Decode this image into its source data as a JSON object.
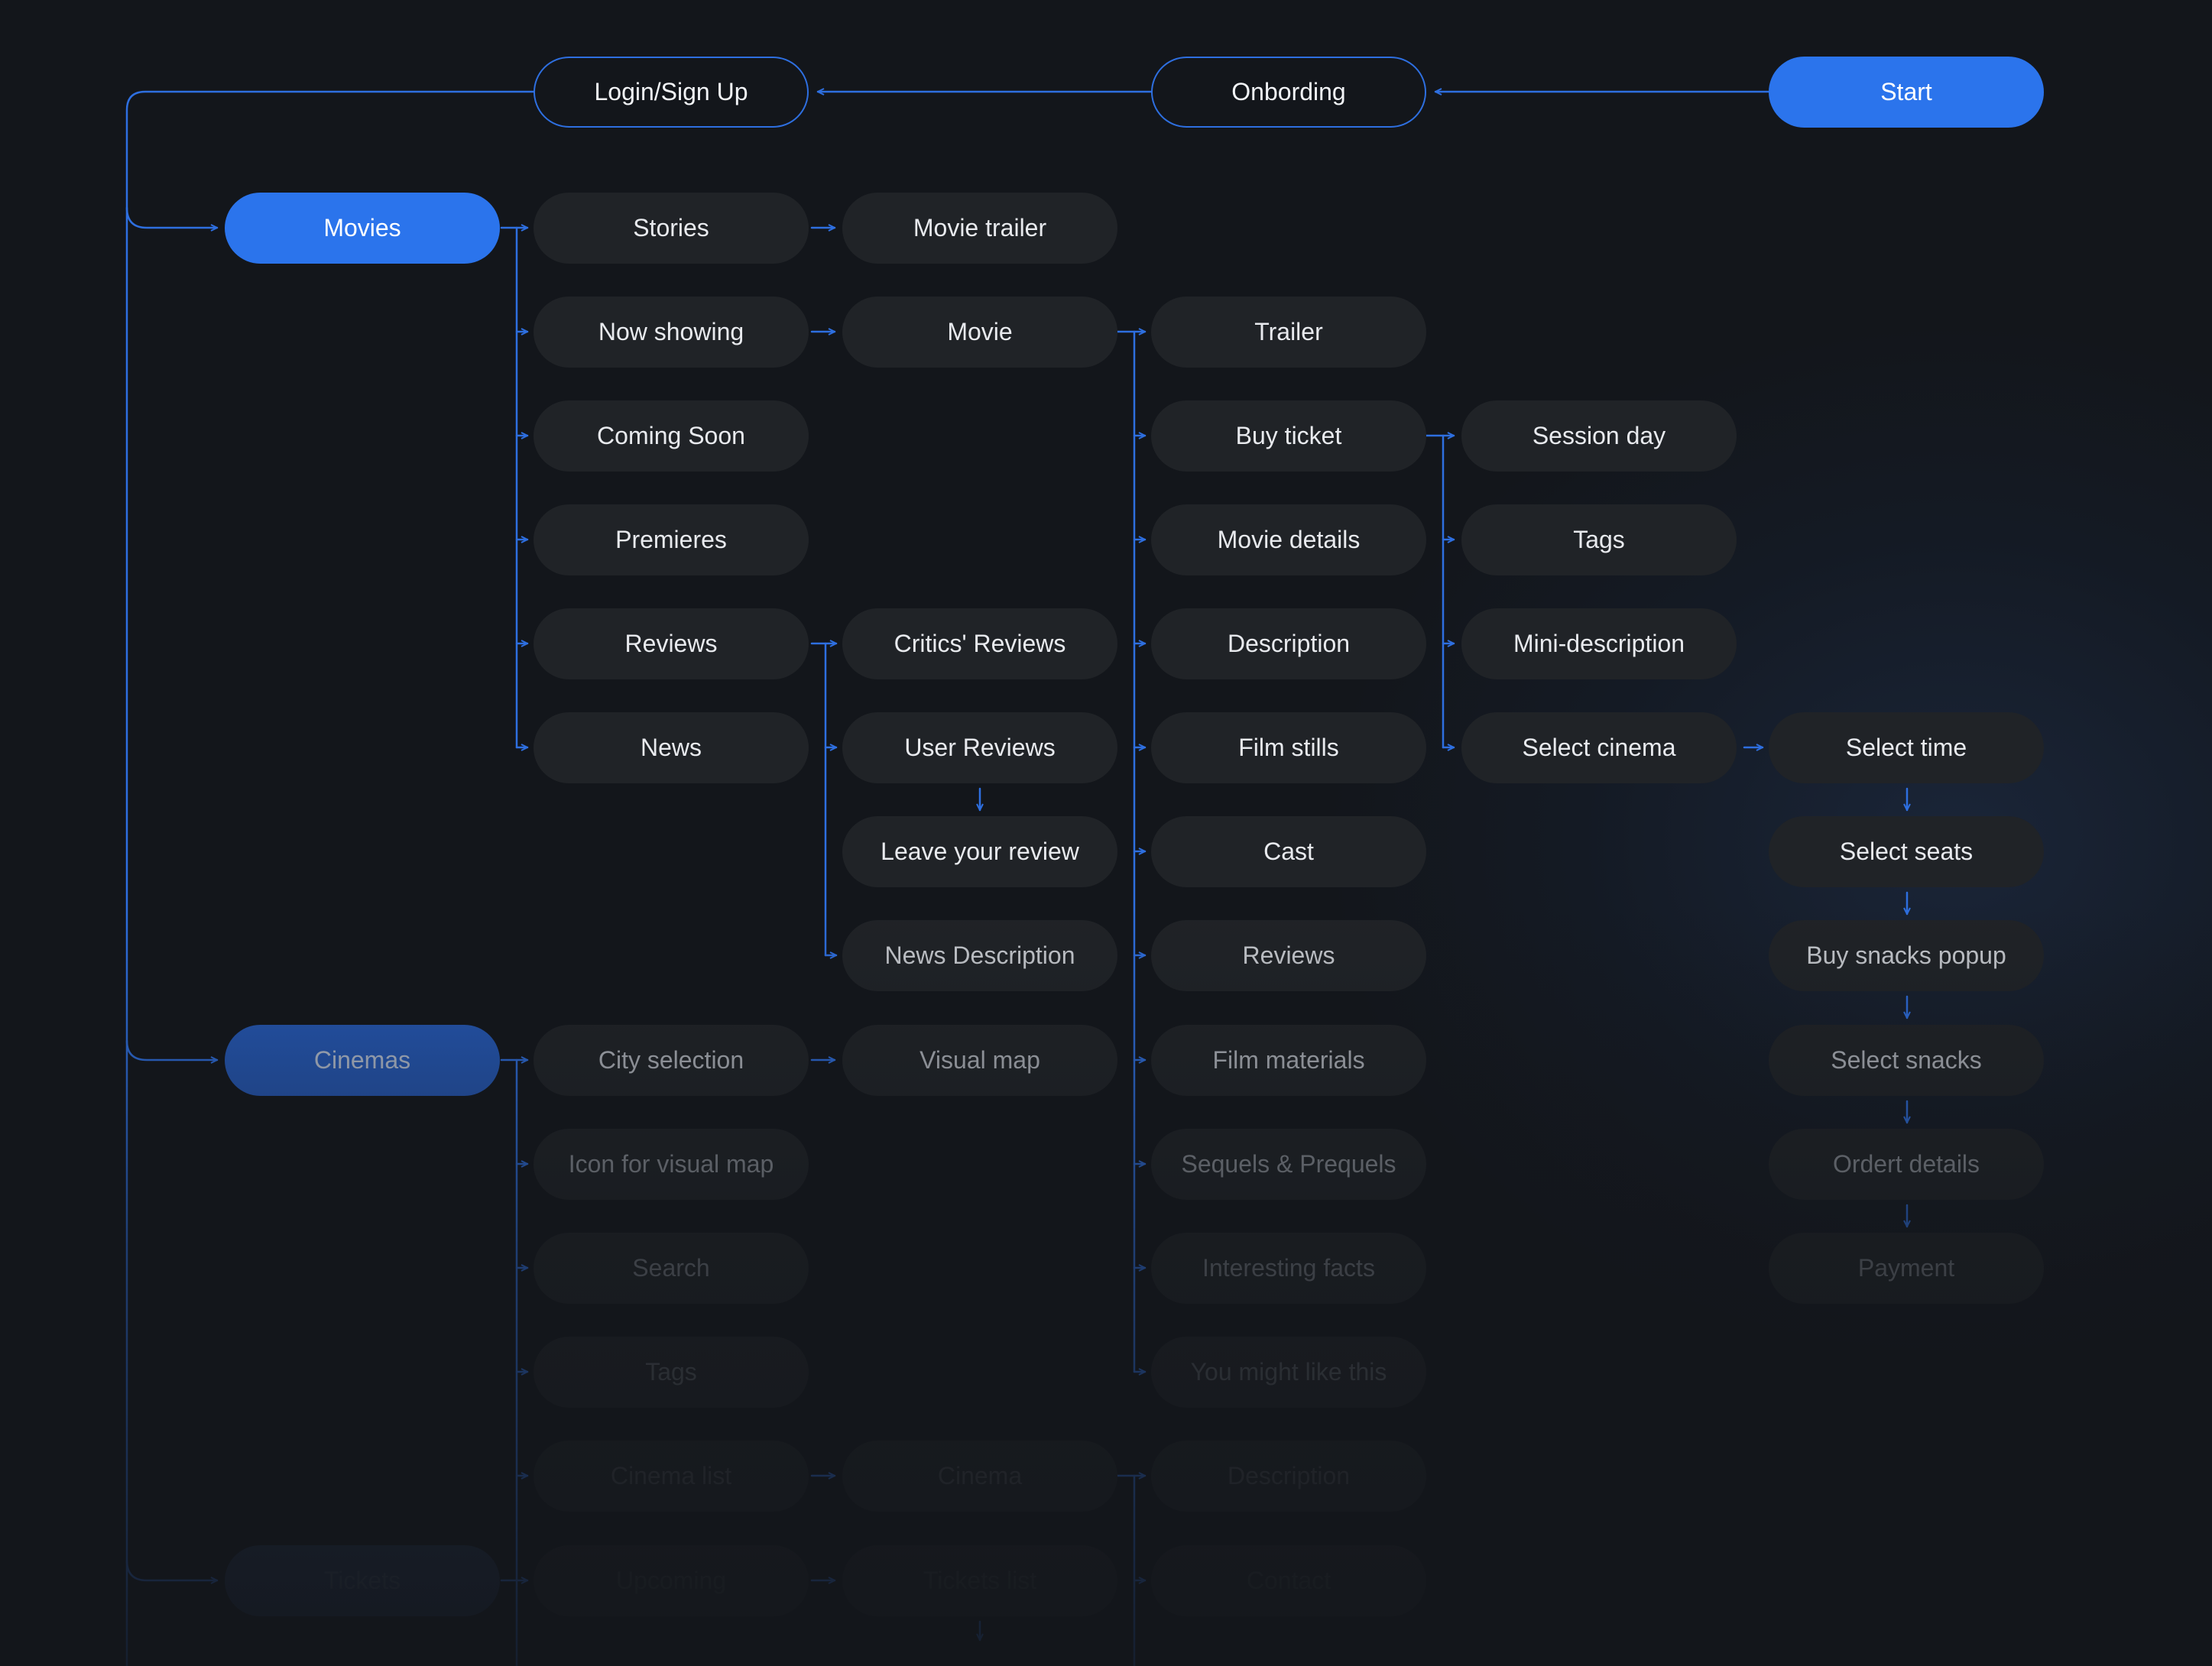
{
  "colors": {
    "background": "#13161b",
    "node_fill": "#202327",
    "node_text": "#e8eaee",
    "accent": "#2b74ec",
    "connector": "#2e6fe0"
  },
  "nodes": {
    "start": "Start",
    "onboarding": "Onbording",
    "login": "Login/Sign Up",
    "movies": "Movies",
    "cinemas": "Cinemas",
    "tickets": "Tickets",
    "stories": "Stories",
    "now_showing": "Now showing",
    "coming_soon": "Coming Soon",
    "premieres": "Premieres",
    "reviews": "Reviews",
    "news": "News",
    "city_selection": "City selection",
    "icon_visual_map": "Icon for visual map",
    "search": "Search",
    "tags_cinemas": "Tags",
    "cinema_list": "Cinema list",
    "upcoming": "Upcoming",
    "movie_trailer": "Movie trailer",
    "movie": "Movie",
    "critics_reviews": "Critics' Reviews",
    "user_reviews": "User Reviews",
    "leave_review": "Leave your review",
    "news_description": "News Description",
    "visual_map": "Visual map",
    "cinema": "Cinema",
    "tickets_list": "Tickets list",
    "trailer": "Trailer",
    "buy_ticket": "Buy ticket",
    "movie_details": "Movie details",
    "description": "Description",
    "film_stills": "Film stills",
    "cast": "Cast",
    "reviews_movie": "Reviews",
    "film_materials": "Film materials",
    "sequels_prequels": "Sequels & Prequels",
    "interesting_facts": "Interesting facts",
    "you_might_like": "You might like this",
    "cinema_description": "Description",
    "contact": "Contact",
    "session_day": "Session day",
    "tags_ticket": "Tags",
    "mini_description": "Mini-description",
    "select_cinema": "Select cinema",
    "select_time": "Select time",
    "select_seats": "Select seats",
    "buy_snacks_popup": "Buy snacks popup",
    "select_snacks": "Select snacks",
    "order_details": "Ordert details",
    "payment": "Payment"
  }
}
